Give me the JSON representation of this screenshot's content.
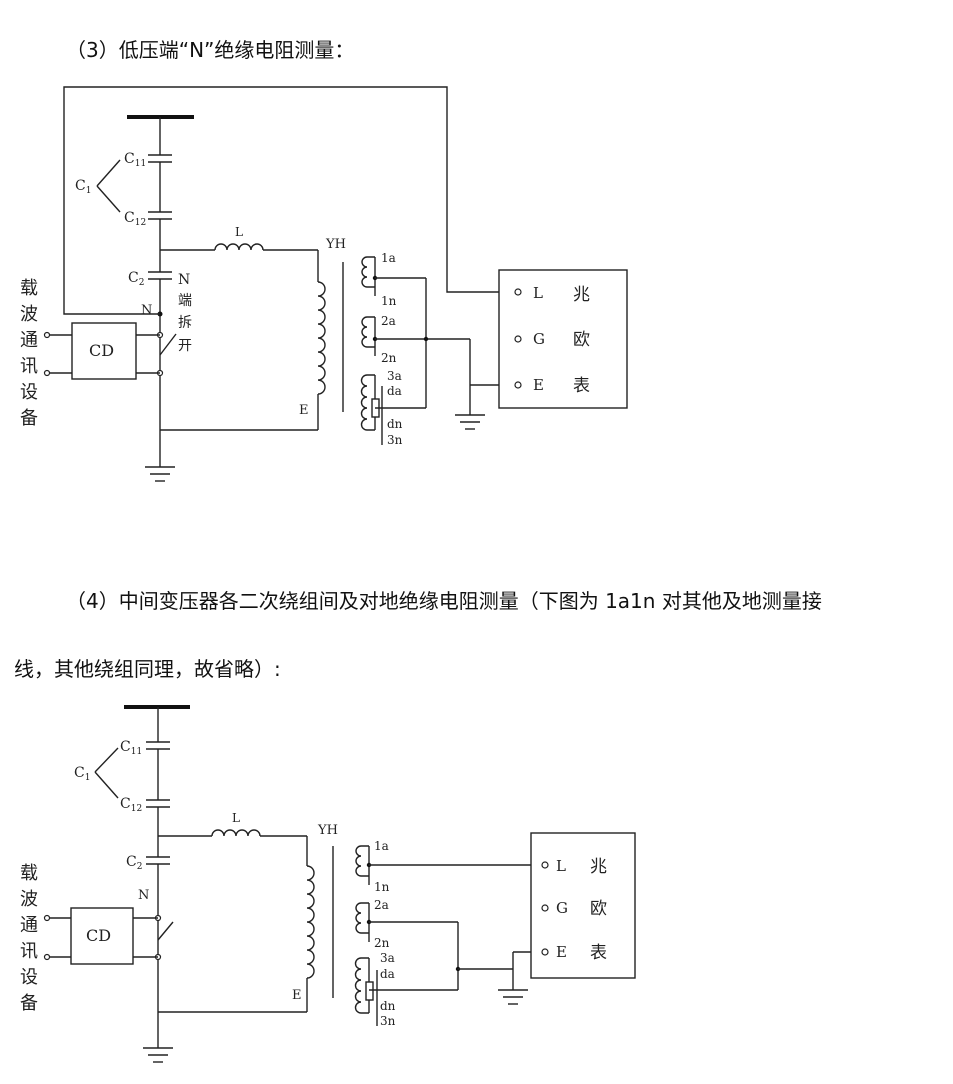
{
  "section3_heading": "（3）低压端“N”绝缘电阻测量：",
  "section4_heading_line1": "（4）中间变压器各二次绕组间及对地绝缘电阻测量（下图为 1a1n 对其他及地测量接",
  "section4_heading_line2": "线，其他绕组同理，故省略）:",
  "labels": {
    "c11": "C",
    "c11_sub": "11",
    "c12": "C",
    "c12_sub": "12",
    "c1": "C",
    "c1_sub": "1",
    "c2": "C",
    "c2_sub": "2",
    "l": "L",
    "yh": "YH",
    "n": "N",
    "e_winding": "E",
    "cd": "CD",
    "w1a": "1a",
    "w1n": "1n",
    "w2a": "2a",
    "w2n": "2n",
    "w3a": "3a",
    "wda": "da",
    "wdn": "dn",
    "w3n": "3n",
    "terminal_l": "L",
    "terminal_g": "G",
    "terminal_e": "E",
    "meter_1": "兆",
    "meter_2": "欧",
    "meter_3": "表",
    "carrier": [
      "载",
      "波",
      "通",
      "讯",
      "设",
      "备"
    ],
    "n_open": [
      "N",
      "端",
      "拆",
      "开"
    ]
  }
}
